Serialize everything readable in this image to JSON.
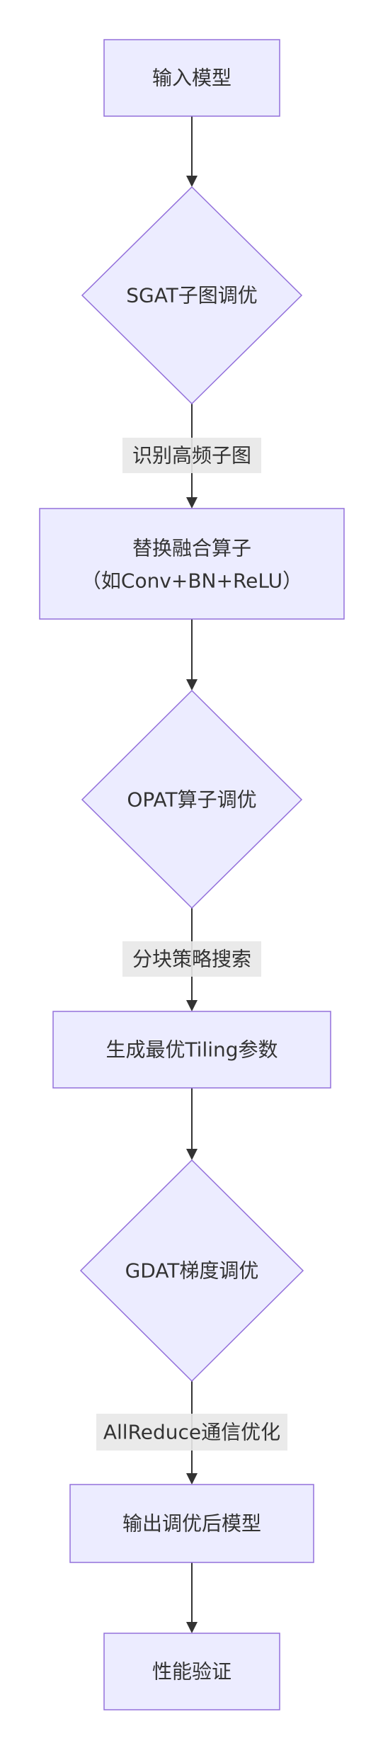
{
  "flowchart": {
    "nodes": {
      "input_model": "输入模型",
      "sgat": "SGAT子图调优",
      "replace_line1": "替换融合算子",
      "replace_line2": "（如Conv+BN+ReLU）",
      "opat": "OPAT算子调优",
      "tiling": "生成最优Tiling参数",
      "gdat": "GDAT梯度调优",
      "output_model": "输出调优后模型",
      "verify": "性能验证"
    },
    "edge_labels": {
      "sgat_to_replace": "识别高频子图",
      "opat_to_tiling": "分块策略搜索",
      "gdat_to_output": "AllReduce通信优化"
    },
    "colors": {
      "node_fill": "#ececff",
      "node_stroke": "#9370db",
      "edge": "#333333",
      "label_bg": "#e8e8e8"
    }
  }
}
